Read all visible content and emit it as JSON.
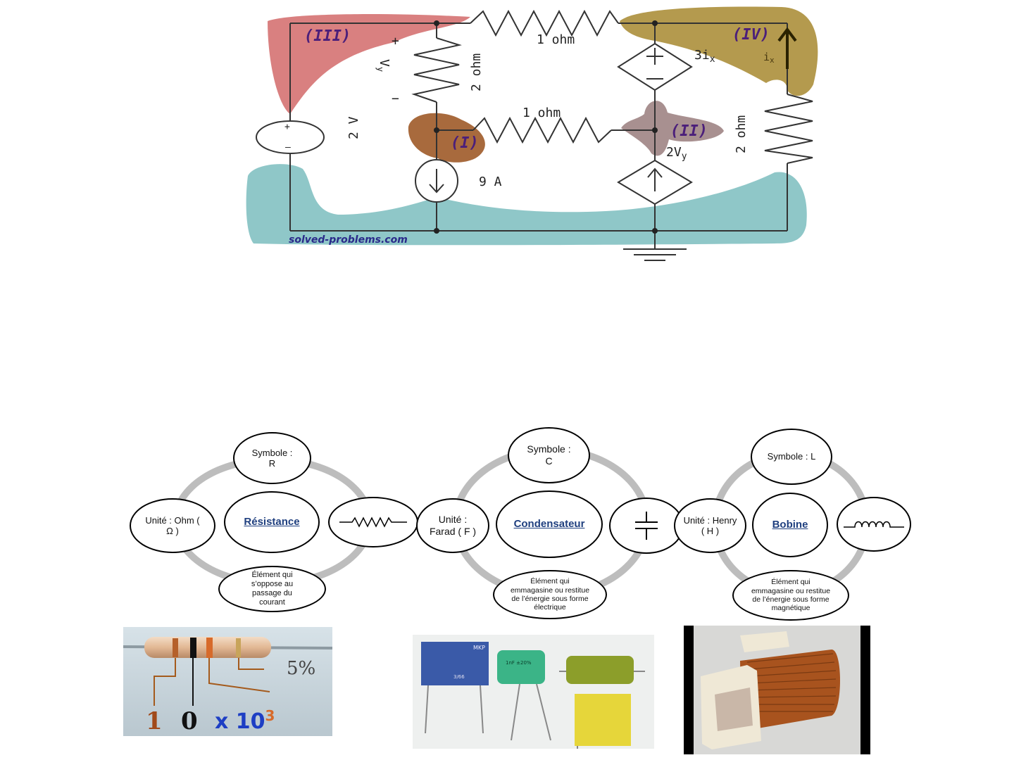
{
  "circuit": {
    "regions": [
      "(III)",
      "(IV)",
      "(I)",
      "(II)"
    ],
    "labels": {
      "plus": "+",
      "minus": "−",
      "vy": "V",
      "vy_sub": "y",
      "r_top": "1 ohm",
      "r_mid": "1 ohm",
      "r_left": "2 ohm",
      "r_right": "2 ohm",
      "source_2v": "2 V",
      "source_9a": "9 A",
      "dep_v": "3i",
      "dep_v_sub": "x",
      "dep_i": "2V",
      "dep_i_sub": "y",
      "ix": "i",
      "ix_sub": "x",
      "watermark": "solved-problems.com"
    },
    "colors": {
      "red": "#d98080",
      "gold": "#b49a4e",
      "brown": "#a86a3d",
      "mauve": "#a89090",
      "teal": "#8fc7c8",
      "purple": "#4b1f7a"
    }
  },
  "components": [
    {
      "key": "resistance",
      "symbol": "Symbole : R",
      "unit": "Unité : Ohm ( Ω )",
      "name": "Résistance",
      "desc": "Élément qui s’oppose au passage du courant",
      "icon": "resistor-symbol-icon"
    },
    {
      "key": "condensateur",
      "symbol": "Symbole : C",
      "unit": "Unité : Farad ( F )",
      "name": "Condensateur",
      "desc": "Élément qui emmagasine ou restitue de l’énergie sous forme électrique",
      "icon": "capacitor-symbol-icon"
    },
    {
      "key": "bobine",
      "symbol": "Symbole : L",
      "unit": "Unité : Henry ( H )",
      "name": "Bobine",
      "desc": "Élément qui emmagasine ou restitue de l’énergie sous forme magnétique",
      "icon": "inductor-symbol-icon"
    }
  ],
  "photos": {
    "resistor": {
      "pct": "5%",
      "d1": "1",
      "d2": "0",
      "mult": "x 10",
      "exp": "3"
    },
    "capacitors": {
      "label1": "MKP",
      "label2": "1nF ±20%",
      "label3": "3/66"
    },
    "inductor": {}
  }
}
